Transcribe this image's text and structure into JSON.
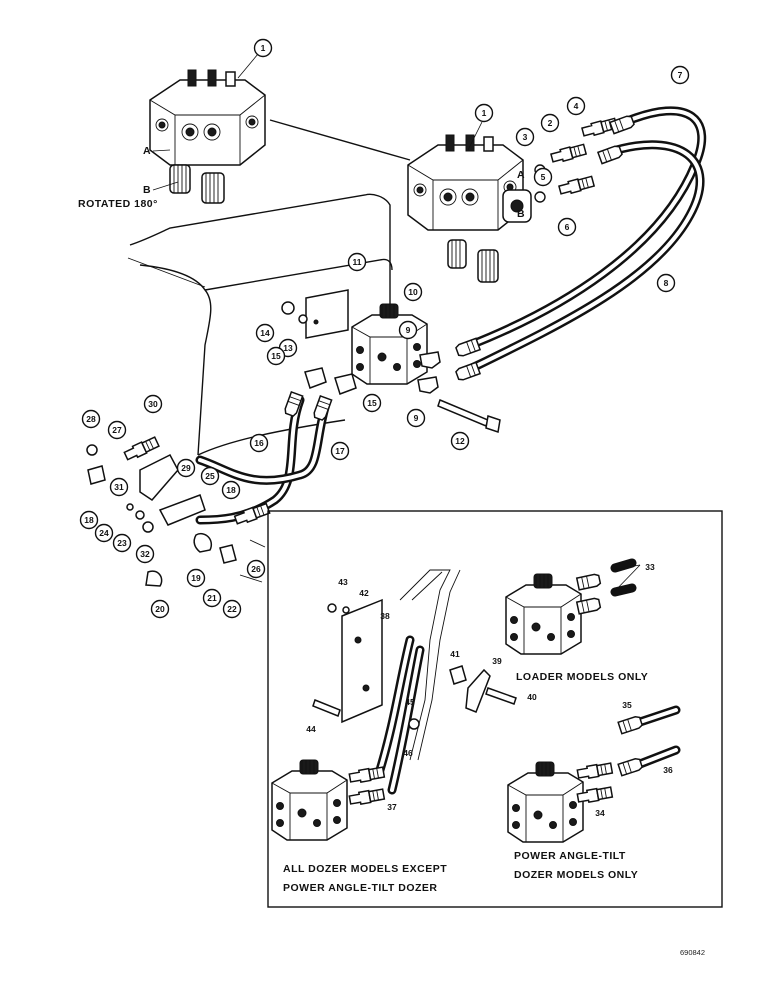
{
  "labels": {
    "rotated": "ROTATED 180°",
    "port_a_left": "A",
    "port_b_left": "B",
    "port_a_right": "A",
    "port_b_right": "B",
    "loader_models": "LOADER MODELS ONLY",
    "dozer_line1": "ALL DOZER MODELS EXCEPT",
    "dozer_line2": "POWER ANGLE-TILT DOZER",
    "pat_line1": "POWER ANGLE-TILT",
    "pat_line2": "DOZER MODELS ONLY",
    "figure_id": "690842"
  },
  "callouts": [
    {
      "id": "c1a",
      "num": "1"
    },
    {
      "id": "c1b",
      "num": "1"
    },
    {
      "id": "c2",
      "num": "2"
    },
    {
      "id": "c3",
      "num": "3"
    },
    {
      "id": "c4",
      "num": "4"
    },
    {
      "id": "c5",
      "num": "5"
    },
    {
      "id": "c6",
      "num": "6"
    },
    {
      "id": "c7",
      "num": "7"
    },
    {
      "id": "c8",
      "num": "8"
    },
    {
      "id": "c9a",
      "num": "9"
    },
    {
      "id": "c9b",
      "num": "9"
    },
    {
      "id": "c10",
      "num": "10"
    },
    {
      "id": "c11",
      "num": "11"
    },
    {
      "id": "c12",
      "num": "12"
    },
    {
      "id": "c13",
      "num": "13"
    },
    {
      "id": "c14",
      "num": "14"
    },
    {
      "id": "c15a",
      "num": "15"
    },
    {
      "id": "c15b",
      "num": "15"
    },
    {
      "id": "c16",
      "num": "16"
    },
    {
      "id": "c17",
      "num": "17"
    },
    {
      "id": "c18a",
      "num": "18"
    },
    {
      "id": "c18b",
      "num": "18"
    },
    {
      "id": "c19",
      "num": "19"
    },
    {
      "id": "c20",
      "num": "20"
    },
    {
      "id": "c21",
      "num": "21"
    },
    {
      "id": "c22",
      "num": "22"
    },
    {
      "id": "c23",
      "num": "23"
    },
    {
      "id": "c24",
      "num": "24"
    },
    {
      "id": "c25",
      "num": "25"
    },
    {
      "id": "c26",
      "num": "26"
    },
    {
      "id": "c27",
      "num": "27"
    },
    {
      "id": "c28",
      "num": "28"
    },
    {
      "id": "c29",
      "num": "29"
    },
    {
      "id": "c30",
      "num": "30"
    },
    {
      "id": "c31",
      "num": "31"
    },
    {
      "id": "c32",
      "num": "32"
    }
  ],
  "plain_numbers": [
    {
      "id": "n33",
      "num": "33"
    },
    {
      "id": "n34",
      "num": "34"
    },
    {
      "id": "n35",
      "num": "35"
    },
    {
      "id": "n36",
      "num": "36"
    },
    {
      "id": "n37",
      "num": "37"
    },
    {
      "id": "n38",
      "num": "38"
    },
    {
      "id": "n39",
      "num": "39"
    },
    {
      "id": "n40",
      "num": "40"
    },
    {
      "id": "n41",
      "num": "41"
    },
    {
      "id": "n42",
      "num": "42"
    },
    {
      "id": "n43",
      "num": "43"
    },
    {
      "id": "n44",
      "num": "44"
    },
    {
      "id": "n45",
      "num": "45"
    },
    {
      "id": "n46",
      "num": "46"
    }
  ]
}
